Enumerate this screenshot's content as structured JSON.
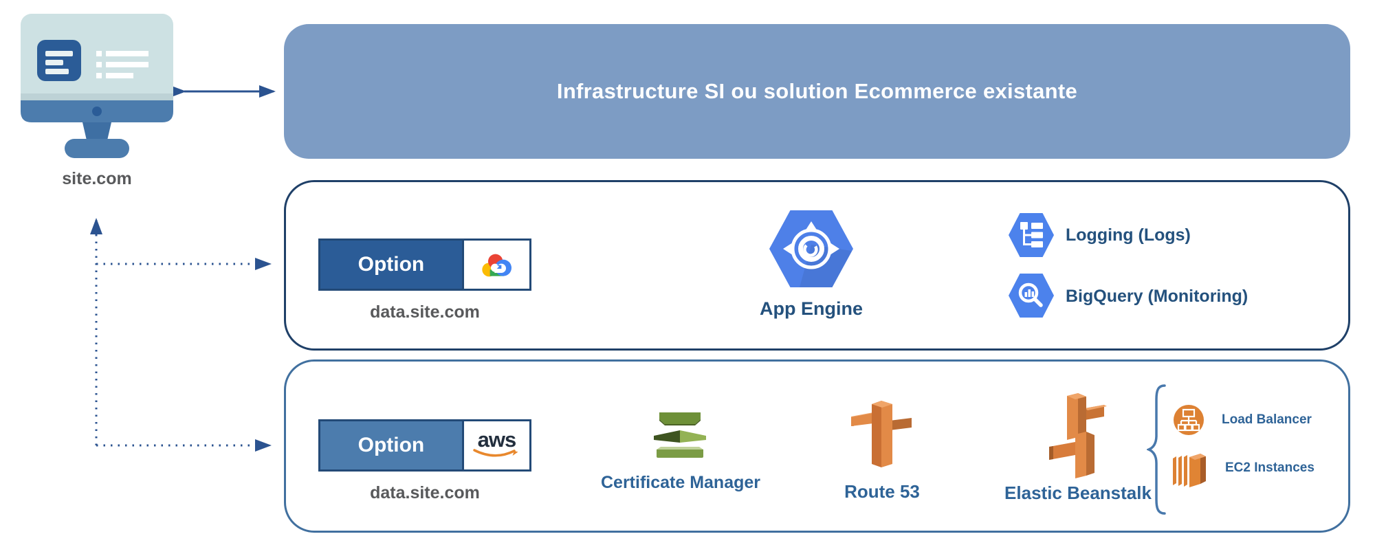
{
  "colors": {
    "banner_bg": "#7D9CC4",
    "container_gcp_border": "#1F4068",
    "container_aws_border": "#41709F",
    "arrow_blue": "#2B5390",
    "option_gcp_bg": "#2B5C97",
    "option_aws_bg": "#4C7CAD",
    "gcp_hexagon_blue": "#4C82EC",
    "aws_orange": "#DD8133",
    "certificate_green": "#72943B",
    "label_navy": "#24517D",
    "label_steel_blue": "#2E6397",
    "domain_gray": "#58595B",
    "aws_logo_dark": "#232F3E",
    "aws_smile_orange": "#E8882D"
  },
  "client": {
    "label": "site.com"
  },
  "banner": {
    "label": "Infrastructure SI ou solution Ecommerce existante"
  },
  "gcp": {
    "option_label": "Option",
    "domain": "data.site.com",
    "app_engine_label": "App Engine",
    "logging_label": "Logging (Logs)",
    "bigquery_label": "BigQuery (Monitoring)"
  },
  "aws": {
    "option_label": "Option",
    "logo_text": "aws",
    "domain": "data.site.com",
    "certificate_manager_label": "Certificate Manager",
    "route53_label": "Route 53",
    "elastic_beanstalk_label": "Elastic Beanstalk",
    "load_balancer_label": "Load Balancer",
    "ec2_label": "EC2 Instances"
  }
}
